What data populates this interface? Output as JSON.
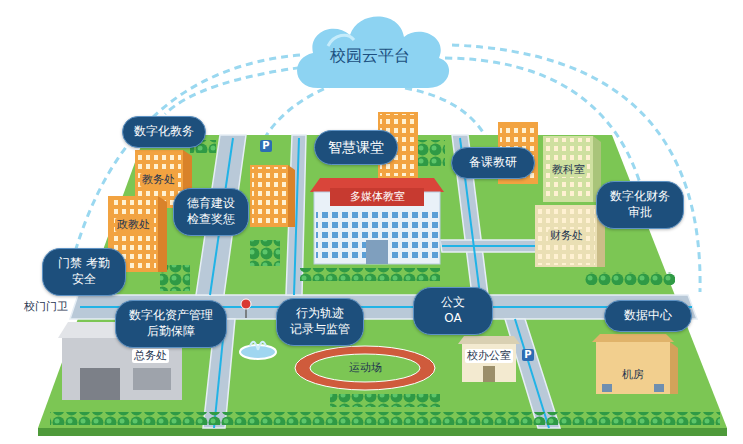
{
  "diagram": {
    "nodes": [
      {
        "text": [
          "校园云平台"
        ]
      },
      {
        "text": [
          "数字化教务"
        ]
      },
      {
        "text": [
          "智慧课堂"
        ]
      },
      {
        "text": [
          "备课教研"
        ]
      },
      {
        "text": [
          "数字化财务 审批"
        ]
      },
      {
        "text": [
          "德育建设 检查奖惩"
        ]
      },
      {
        "text": [
          "门禁 考勤 安全"
        ]
      },
      {
        "text": [
          "公文 OA"
        ]
      },
      {
        "text": [
          "数据中心"
        ]
      },
      {
        "text": [
          "行为轨迹 记录与监管"
        ]
      },
      {
        "text": [
          "数字化资产管理 后勤保障"
        ]
      }
    ],
    "labels": [
      "P",
      "教科室",
      "教务处",
      "多媒体教室",
      "政教处",
      "财务处",
      "校门门卫",
      "校办公室",
      "P",
      "运动场",
      "总务处",
      "机房"
    ]
  }
}
